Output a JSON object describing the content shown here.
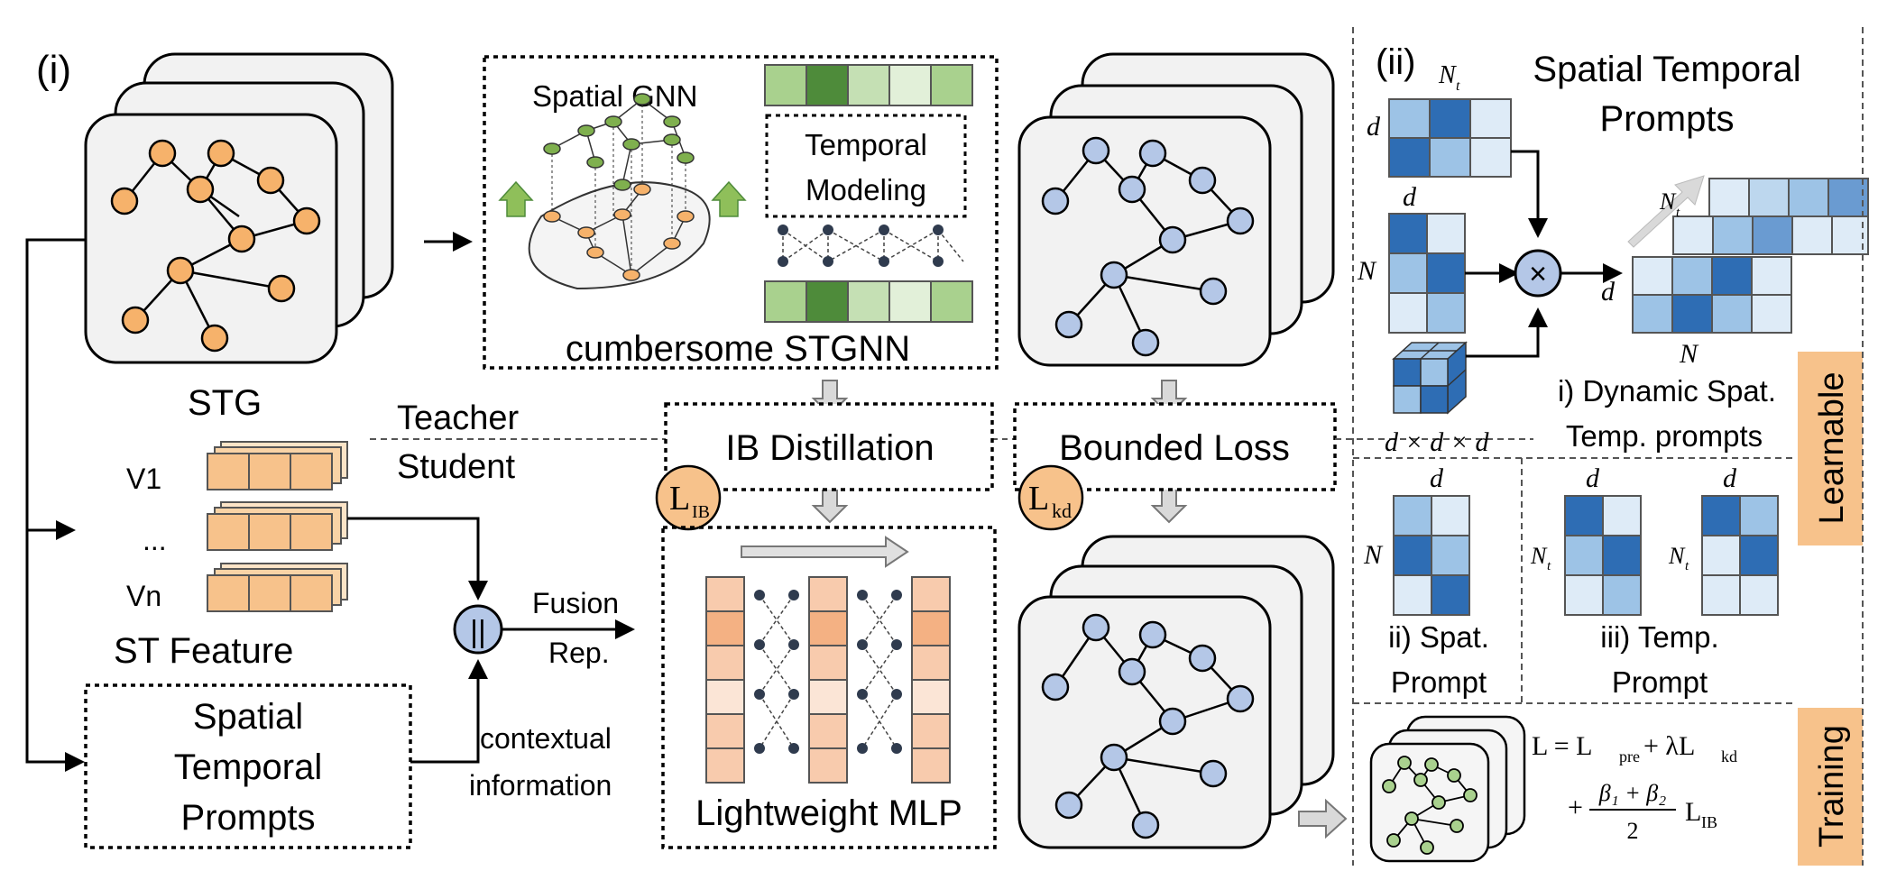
{
  "panel_i": {
    "label": "(i)",
    "stg_label": "STG",
    "teacher": "Teacher",
    "student": "Student",
    "v1": "V1",
    "ellipsis": "...",
    "vn": "Vn",
    "st_feature": "ST Feature",
    "stp_lines": [
      "Spatial",
      "Temporal",
      "Prompts"
    ],
    "spatial_gnn": "Spatial GNN",
    "temporal_modeling": [
      "Temporal",
      "Modeling"
    ],
    "cumbersome": "cumbersome STGNN",
    "ib_distillation": "IB Distillation",
    "bounded_loss": "Bounded Loss",
    "l_ib": "L",
    "l_ib_sub": "IB",
    "l_kd": "L",
    "l_kd_sub": "kd",
    "fusion": [
      "Fusion",
      "Rep."
    ],
    "concat_symbol": "||",
    "contextual": [
      "contextual",
      "information"
    ],
    "lightweight": "Lightweight MLP"
  },
  "panel_ii": {
    "label": "(ii)",
    "title": [
      "Spatial Temporal",
      "Prompts"
    ],
    "nt": "N",
    "nt_sub": "t",
    "d": "d",
    "n": "N",
    "times": "×",
    "ddd": "d × d × d",
    "dynamic": [
      "i) Dynamic Spat.",
      "Temp. prompts"
    ],
    "spat_prompt": [
      "ii) Spat.",
      "Prompt"
    ],
    "temp_prompt": [
      "iii) Temp.",
      "Prompt"
    ],
    "learnable": "Learnable",
    "training": "Training",
    "loss_line1": "L = L",
    "loss_pre": "pre",
    "loss_plus": " + λL",
    "loss_kd": "kd",
    "loss_line2_pre": "+",
    "beta_num": "β₁ + β₂",
    "beta_den": "2",
    "loss_ib": "L",
    "loss_ib_sub": "IB"
  },
  "colors": {
    "orange_node": "#F6B26B",
    "blue_node": "#B4C7E7",
    "tag_orange": "#F7C28B",
    "dark_blue": "#2E6DB4",
    "mid_blue": "#9DC3E6",
    "light_blue": "#DEEBF7",
    "green_dark": "#4E8B3A",
    "green_light": "#A9D18E"
  }
}
